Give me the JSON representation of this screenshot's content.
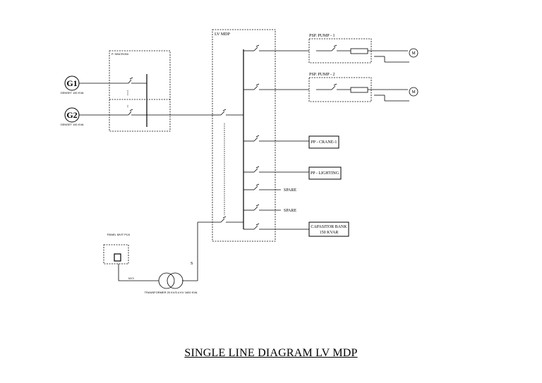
{
  "diagram": {
    "title": "SINGLE LINE DIAGRAM LV MDP",
    "panels": {
      "lv_mdp": "LV MDP",
      "sync_panel": "P. SINCRONI",
      "psp_pump_1": "PSP. PUMP - 1",
      "psp_pump_2": "PSP. PUMP - 2"
    },
    "generators": [
      {
        "symbol": "G1",
        "caption": "GENSET 100 KVA"
      },
      {
        "symbol": "G2",
        "caption": "GENSET 100 KVA"
      }
    ],
    "loads": {
      "crane": "PP - CRANE-1",
      "lighting": "PP - LIGHTING",
      "capacitor_line1": "CAPASITOR BANK",
      "capacitor_line2": "150 KVAR",
      "spare_1": "SPARE",
      "spare_2": "SPARE"
    },
    "motor_symbol": "M",
    "transformer_caption": "TRANSFORMER 20 KV/0.4 KV 1600 KVA",
    "meter_caption": "PANEL MVIT PLN",
    "cable_s": "S",
    "cable_nyy": "NYY"
  }
}
